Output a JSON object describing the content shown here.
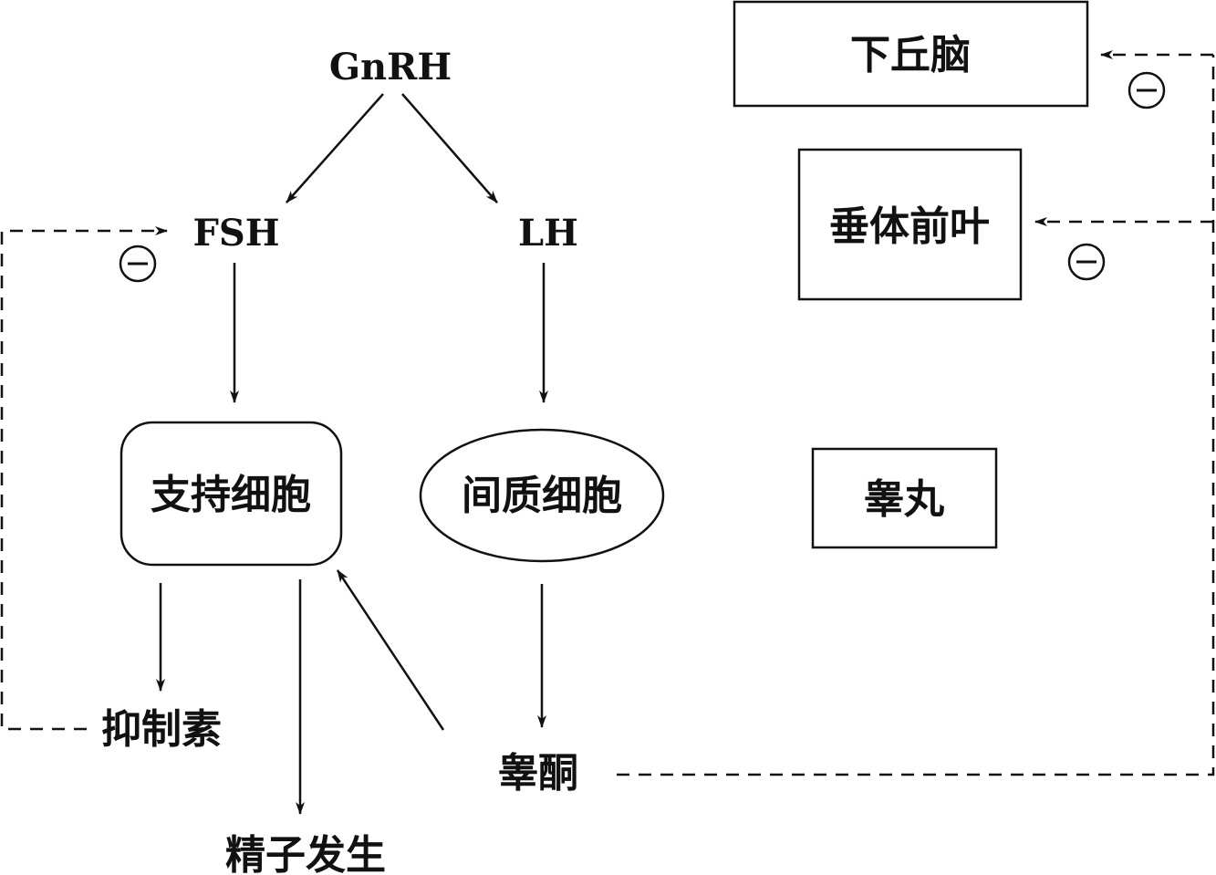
{
  "nodes": {
    "gnrh": "GnRH",
    "fsh": "FSH",
    "lh": "LH",
    "sertoli": "支持细胞",
    "leydig": "间质细胞",
    "inhibin": "抑制素",
    "spermatogenesis": "精子发生",
    "testosterone": "睾酮",
    "hypothalamus": "下丘脑",
    "pituitary": "垂体前叶",
    "testis": "睾丸"
  },
  "colors": {
    "ink": "#111111",
    "background": "#ffffff"
  },
  "feedback_symbol": "minus-circle-icon"
}
